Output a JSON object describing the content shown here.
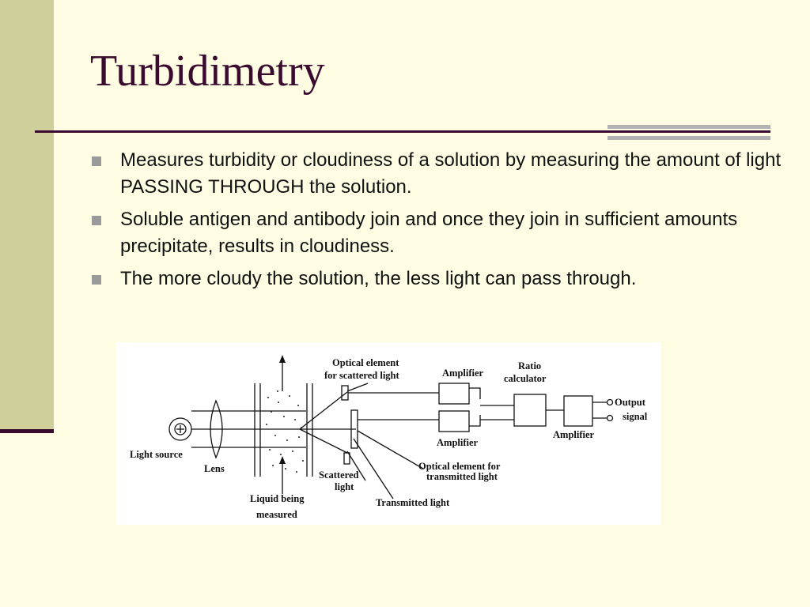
{
  "slide": {
    "title": "Turbidimetry",
    "bullets": [
      "Measures turbidity or cloudiness of a solution by measuring the amount of light PASSING THROUGH the solution.",
      "Soluble antigen and antibody join and once they join in sufficient amounts precipitate, results in cloudiness.",
      "The more cloudy the solution, the less light can pass through."
    ]
  },
  "diagram": {
    "labels": {
      "optical_scattered_1": "Optical element",
      "optical_scattered_2": "for scattered light",
      "amplifier_top": "Amplifier",
      "ratio_1": "Ratio",
      "ratio_2": "calculator",
      "output_1": "Output",
      "output_2": "signal",
      "amplifier_bottom": "Amplifier",
      "amplifier_right": "Amplifier",
      "light_source": "Light source",
      "lens": "Lens",
      "scattered_1": "Scattered",
      "scattered_2": "light",
      "optical_transmitted_1": "Optical element for",
      "optical_transmitted_2": "transmitted light",
      "liquid_1": "Liquid being",
      "liquid_2": "measured",
      "transmitted": "Transmitted light"
    }
  },
  "colors": {
    "background": "#FEFDE3",
    "left_band": "#CFCF9B",
    "accent_dark": "#3A0B2E",
    "accent_gray": "#B2B2B2"
  }
}
